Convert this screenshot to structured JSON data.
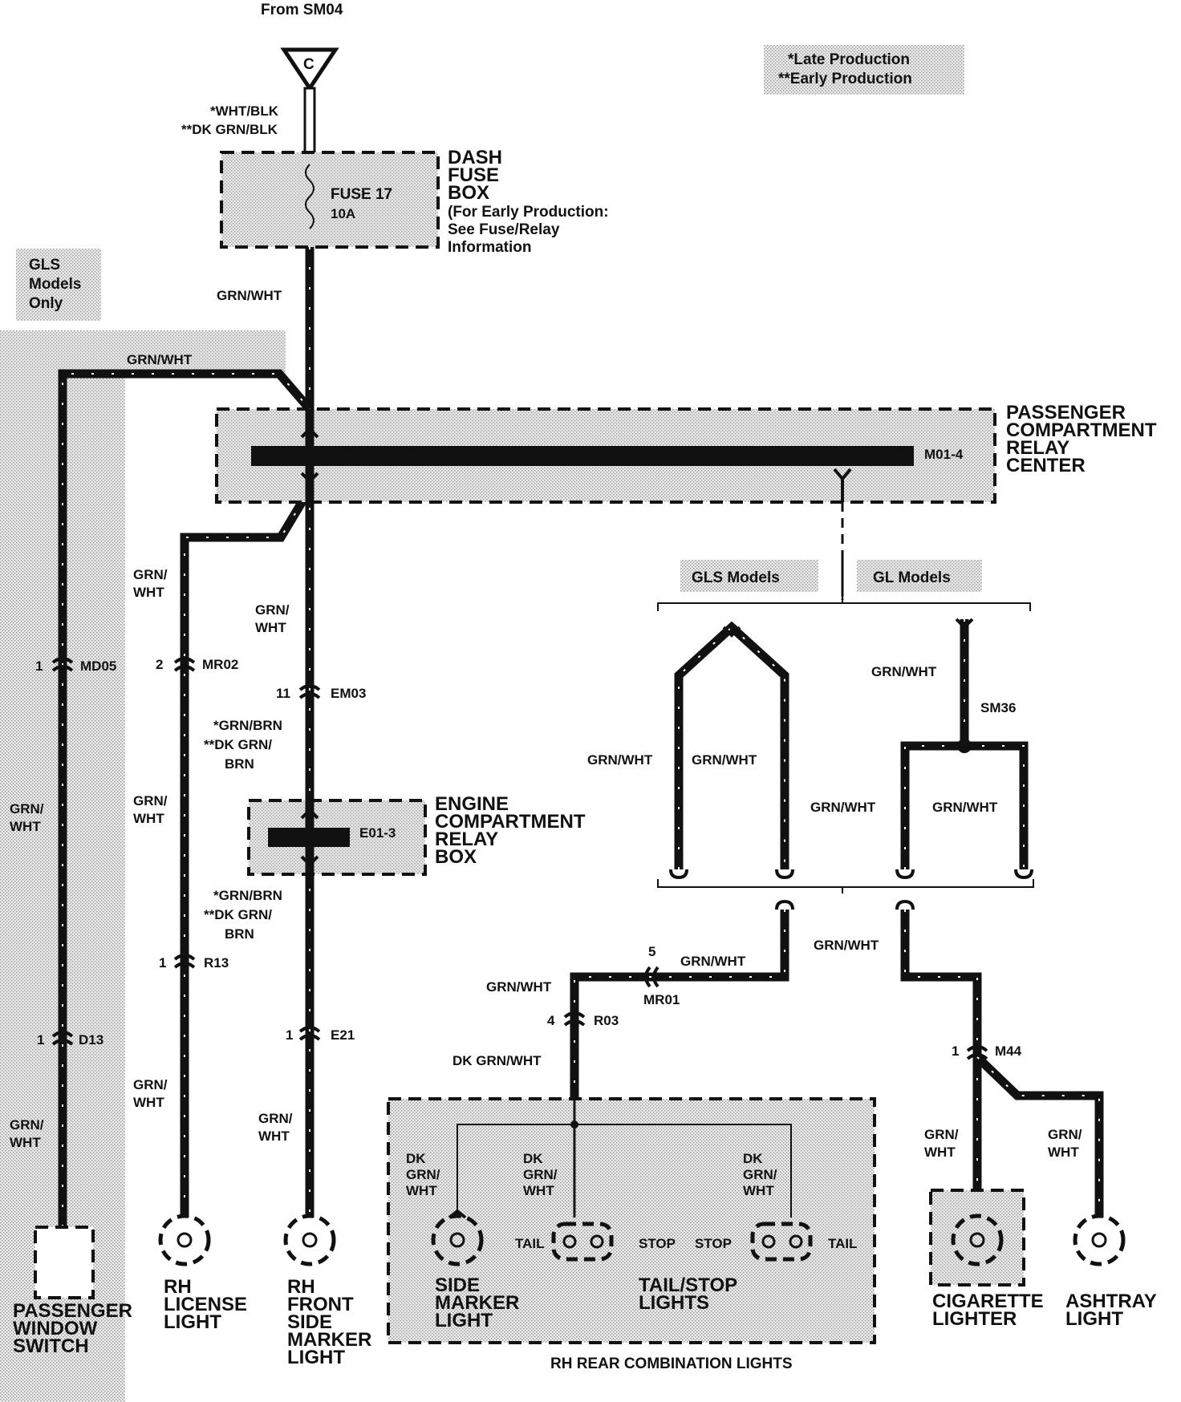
{
  "source": {
    "label": "From SM04",
    "connector_letter": "C"
  },
  "legend": {
    "late": "*Late Production",
    "early": "**Early Production"
  },
  "gls_note": [
    "GLS",
    "Models",
    "Only"
  ],
  "source_wire": [
    "*WHT/BLK",
    "**DK GRN/BLK"
  ],
  "dash_fuse_box": {
    "title": [
      "DASH",
      "FUSE",
      "BOX"
    ],
    "note": [
      "(For Early Production:",
      "See Fuse/Relay",
      "Information"
    ],
    "fuse_name": "FUSE 17",
    "fuse_rating": "10A"
  },
  "relay_center": {
    "title": [
      "PASSENGER",
      "COMPARTMENT",
      "RELAY",
      "CENTER"
    ],
    "bus_label": "M01-4"
  },
  "engine_relay_box": {
    "title": [
      "ENGINE",
      "COMPARTMENT",
      "RELAY",
      "BOX"
    ],
    "bus_label": "E01-3"
  },
  "wire": {
    "grn_wht": "GRN/WHT",
    "grn": "GRN/",
    "wht": "WHT",
    "dk": "DK",
    "dk_grn_wht": "DK GRN/WHT",
    "grn_brn_late": "*GRN/BRN",
    "dk_grn_early": "**DK GRN/",
    "brn": "BRN"
  },
  "connectors": {
    "md05": {
      "pin": "1",
      "name": "MD05"
    },
    "mr02": {
      "pin": "2",
      "name": "MR02"
    },
    "em03": {
      "pin": "11",
      "name": "EM03"
    },
    "r13": {
      "pin": "1",
      "name": "R13"
    },
    "e21": {
      "pin": "1",
      "name": "E21"
    },
    "d13": {
      "pin": "1",
      "name": "D13"
    },
    "mr01": {
      "pin": "5",
      "name": "MR01"
    },
    "r03": {
      "pin": "4",
      "name": "R03"
    },
    "m44": {
      "pin": "1",
      "name": "M44"
    },
    "sm36": {
      "name": "SM36"
    }
  },
  "model_variants": {
    "gls": "GLS Models",
    "gl": "GL Models"
  },
  "components": {
    "passenger_window_switch": [
      "PASSENGER",
      "WINDOW",
      "SWITCH"
    ],
    "rh_license_light": [
      "RH",
      "LICENSE",
      "LIGHT"
    ],
    "rh_front_side_marker": [
      "RH",
      "FRONT",
      "SIDE",
      "MARKER",
      "LIGHT"
    ],
    "side_marker_light": [
      "SIDE",
      "MARKER",
      "LIGHT"
    ],
    "tail_stop_lights": [
      "TAIL/STOP",
      "LIGHTS"
    ],
    "tail": "TAIL",
    "stop": "STOP",
    "rh_rear_combination": "RH REAR COMBINATION LIGHTS",
    "cigarette_lighter": [
      "CIGARETTE",
      "LIGHTER"
    ],
    "ashtray_light": [
      "ASHTRAY",
      "LIGHT"
    ]
  }
}
